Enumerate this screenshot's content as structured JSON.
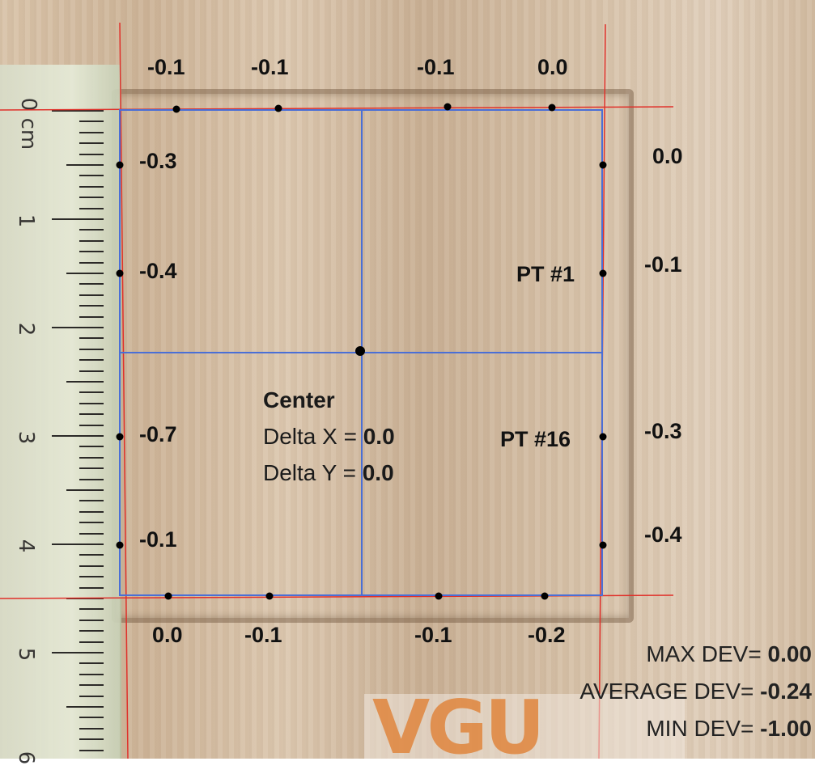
{
  "ruler": {
    "unit_label": "0 cm",
    "numbers": [
      "1",
      "2",
      "3",
      "4",
      "5",
      "6"
    ]
  },
  "top_labels": [
    "-0.1",
    "-0.1",
    "-0.1",
    "0.0"
  ],
  "bottom_labels": [
    "0.0",
    "-0.1",
    "-0.1",
    "-0.2"
  ],
  "left_labels": [
    "-0.3",
    "-0.4",
    "-0.7",
    "-0.1"
  ],
  "right_labels": [
    "0.0",
    "-0.1",
    "-0.3",
    "-0.4"
  ],
  "point_labels": {
    "pt1": "PT #1",
    "pt16": "PT #16"
  },
  "center": {
    "title": "Center",
    "dx_label": "Delta X = ",
    "dx_value": "0.0",
    "dy_label": "Delta Y = ",
    "dy_value": "0.0"
  },
  "stats": {
    "max_label": "MAX DEV=  ",
    "max_value": "0.00",
    "avg_label": "AVERAGE DEV= ",
    "avg_value": "-0.24",
    "min_label": "MIN DEV= ",
    "min_value": "-1.00"
  },
  "watermark": "VGU",
  "colors": {
    "measure_line": "#4a6fd6",
    "reference_line": "#e0302a",
    "point": "#000000",
    "watermark": "#e08a45"
  }
}
